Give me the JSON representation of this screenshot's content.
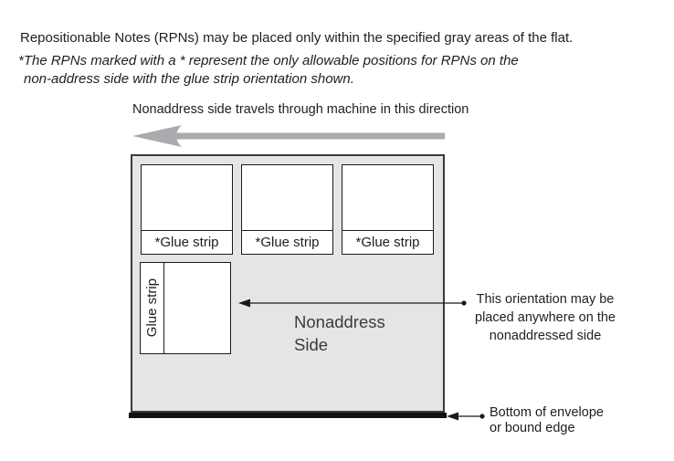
{
  "intro": {
    "line1": "Repositionable Notes (RPNs) may be placed only within the specified gray areas of the flat.",
    "note_line1": "*The RPNs marked with a * represent the only allowable positions for RPNs on the",
    "note_line2": "non-address side with the glue strip orientation shown."
  },
  "machine_direction": {
    "label": "Nonaddress side travels through machine in this direction"
  },
  "flat": {
    "side_label_line1": "Nonaddress",
    "side_label_line2": "Side",
    "rpns_top": [
      {
        "glue_label": "*Glue strip"
      },
      {
        "glue_label": "*Glue strip"
      },
      {
        "glue_label": "*Glue strip"
      }
    ],
    "rpn_rotated": {
      "glue_label": "Glue strip"
    }
  },
  "annotations": {
    "orientation": {
      "line1": "This orientation may be",
      "line2": "placed anywhere on the",
      "line3": "nonaddressed side"
    },
    "bottom_edge": {
      "line1": "Bottom of envelope",
      "line2": "or bound edge"
    }
  },
  "colors": {
    "text_primary": "#1f1f1f",
    "text_soft": "#3b3b3b",
    "flat_fill": "#e5e5e5",
    "flat_border": "#3a3a3a",
    "machine_arrow_gray": "#a9abae",
    "bound_edge_black": "#111111",
    "rpn_border": "#1c1c1c",
    "annotation_line": "#1a1a1a"
  }
}
